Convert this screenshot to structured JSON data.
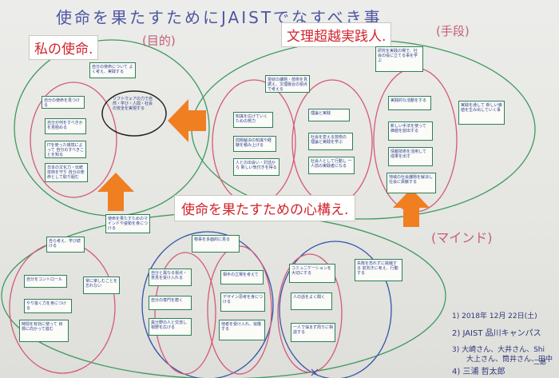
{
  "title_handwritten": "使命を果たすためにJAISTでなすべき事",
  "labels": {
    "mission": "私の使命.",
    "practitioner": "文理超越実践人.",
    "mindset": "使命を果たすための心構え."
  },
  "tags": {
    "purpose": "(目的)",
    "means": "(手段)",
    "mind": "(マインド)"
  },
  "notes": {
    "n1": "自分の使命について よく考え、実践する",
    "n2": "自分の使命を見つける",
    "n3": "自分が何をすべきかを見極める",
    "n4": "ITを使った環境によって 自分のすべきことを知る",
    "n5": "日本の文化力・伝統技術を守り 自分の使命として取り組む",
    "n6": "ソフトウェアの力で自然・学び・人間・社会の安全を実現する",
    "n7": "現状の課題・技術を見据え、文理融合の視点で考える",
    "n8": "知識を広げていくための努力",
    "n9": "問題解決の知識や経験を積み上げる",
    "n10": "人との出会い・対話から 新しい気付きを得る",
    "n11": "理論と実践",
    "n12": "社会を変える技術の 理論と実践を学ぶ",
    "n13": "社会人として行動し 一人前の実践者になる",
    "n14": "研究を実践の場で、社会の役に立てる事を学ぶ",
    "n15": "実践的な活動をする",
    "n16": "新しい手法を使って 価値を創出する",
    "n17": "情報技術を活用して 成果を出す",
    "n18": "地域の社会課題を解決し 社会に貢献する",
    "n19": "実践を通して 新しい価値を生み出していく事",
    "n20": "使命を果たすためのマインドや姿勢を身につける",
    "n21": "自ら考え、学び続ける",
    "n22": "自分をコントロール",
    "n23": "やり抜く力を身につける",
    "n24": "時間を有効に使って 目標に向かって進む",
    "n25": "常に楽しむことを忘れない",
    "n26": "物事を多面的に見る",
    "n27": "自分と異なる視点・意見を受け入れる",
    "n28": "自分の専門を磨く",
    "n29": "異分野の人と交流し 視野を広げる",
    "n30": "相手の立場を考えて",
    "n31": "デザイン思考を身につける",
    "n32": "他者を受け入れ、協働する",
    "n33": "コミュニケーションを大切にする",
    "n34": "人の話をよく聞く",
    "n35": "一人で悩まず周りに相談する",
    "n36": "失敗を恐れずに挑戦する 前向きに考え、行動する"
  },
  "sidenotes": {
    "s1": "1) 2018年 12月 22日(土)",
    "s2": "2) JAIST 品川キャンパス",
    "s3": "3) 大崎さん、大井さん、Shi",
    "s4": "大上さん、筒井さん、田中",
    "s5": "4) 三浦 哲太郎",
    "s6": "二郎"
  },
  "colors": {
    "accent_label_text": "#d2232a",
    "arrow": "#f07f22",
    "note_border": "#2f7f55",
    "ink_blue": "#4f56a4",
    "ink_pink": "#c4607a"
  }
}
